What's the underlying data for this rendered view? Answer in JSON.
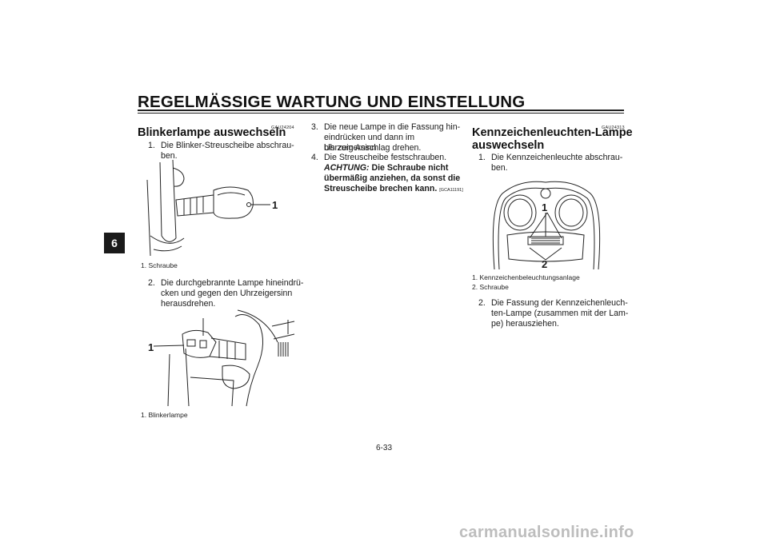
{
  "header": {
    "title": "REGELMÄSSIGE WARTUNG UND EINSTELLUNG"
  },
  "side_tab": {
    "label": "6"
  },
  "left_column": {
    "code": "GAU24204",
    "heading": "Blinkerlampe auswechseln",
    "step1": {
      "number": "1.",
      "lines": [
        "Die Blinker-Streuscheibe abschrau-",
        "ben."
      ]
    },
    "figure1": {
      "callout": "1",
      "caption": "1. Schraube"
    },
    "step2": {
      "number": "2.",
      "lines": [
        "Die durchgebrannte Lampe hineindrü-",
        "cken und gegen den Uhrzeigersinn",
        "herausdrehen."
      ]
    },
    "figure2": {
      "callout": "1",
      "caption": "1. Blinkerlampe"
    }
  },
  "middle_column": {
    "step3": {
      "number": "3.",
      "lines": [
        "Die neue Lampe in die Fassung hin-",
        "eindrücken und dann im Uhrzeigersinn",
        "bis zum Anschlag drehen."
      ]
    },
    "step4": {
      "number": "4.",
      "line": "Die Streuscheibe festschrauben."
    },
    "notice": {
      "label": "ACHTUNG:",
      "text_first": "Die Schraube nicht",
      "line2": "übermäßig anziehen, da sonst die",
      "line3": "Streuscheibe brechen kann.",
      "code": "[GCA11191]"
    }
  },
  "right_column": {
    "code": "GAU24313",
    "heading_lines": [
      "Kennzeichenleuchten-Lampe",
      "auswechseln"
    ],
    "step1": {
      "number": "1.",
      "lines": [
        "Die Kennzeichenleuchte abschrau-",
        "ben."
      ]
    },
    "figure": {
      "callout_1": "1",
      "callout_2": "2",
      "captions": [
        "1. Kennzeichenbeleuchtungsanlage",
        "2. Schraube"
      ]
    },
    "step2": {
      "number": "2.",
      "lines": [
        "Die Fassung der Kennzeichenleuch-",
        "ten-Lampe (zusammen mit der Lam-",
        "pe) herausziehen."
      ]
    }
  },
  "footer": {
    "page_number": "6-33"
  },
  "watermark": {
    "text": "carmanualsonline.info"
  }
}
